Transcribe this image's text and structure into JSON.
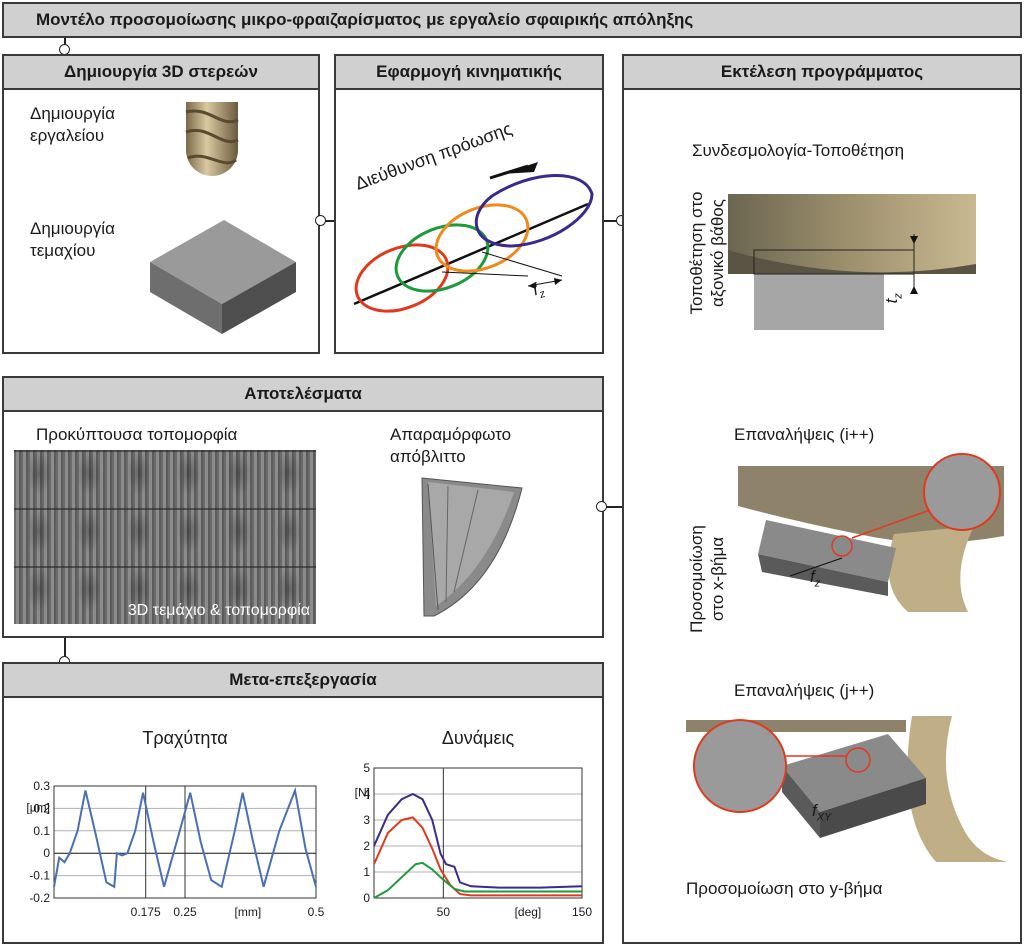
{
  "title": "Μοντέλο προσομοίωσης μικρο-φραιζαρίσματος με εργαλείο σφαιρικής απόληξης",
  "panels": {
    "solids": {
      "header": "Δημιουργία 3D στερεών",
      "tool_label": [
        "Δημιουργία",
        "εργαλείου"
      ],
      "workpiece_label": [
        "Δημιουργία",
        "τεμαχίου"
      ]
    },
    "kinematics": {
      "header": "Εφαρμογή κινηματικής",
      "feed_label": "Διεύθυνση πρόωσης",
      "fz_label": "f",
      "fz_sub": "z",
      "colors": [
        "#e03a1e",
        "#1c9a3c",
        "#f08a1c",
        "#3a2a8c"
      ]
    },
    "execution": {
      "header": "Εκτέλεση προγράμματος",
      "assembly_title": "Συνδεσμολογία-Τοποθέτηση",
      "assembly_side": [
        "Τοποθέτηση στο",
        "αξονικό βάθος"
      ],
      "tz_label": "t",
      "tz_sub": "z",
      "iter_i_title": "Επαναλήψεις (i++)",
      "iter_i_side": [
        "Προσομοίωση",
        "στο x-βήμα"
      ],
      "fz2_label": "f",
      "fz2_sub": "z",
      "iter_j_title": "Επαναλήψεις (j++)",
      "fxy_label": "f",
      "fxy_sub": "XY",
      "y_step_caption": "Προσομοίωση στο y-βήμα"
    },
    "results": {
      "header": "Αποτελέσματα",
      "topography_title": "Προκύπτουσα τοπομορφία",
      "topography_caption": "3D τεμάχιο & τοπομορφία",
      "chip_title": [
        "Απαραμόρφωτο",
        "απόβλιττο"
      ]
    },
    "post": {
      "header": "Μετα-επεξεργασία"
    }
  },
  "chart_data": [
    {
      "type": "line",
      "title": "Τραχύτητα",
      "ylabel": "[μm]",
      "xlabel": "[mm]",
      "ylim": [
        -0.2,
        0.3
      ],
      "xlim": [
        0,
        0.5
      ],
      "yticks": [
        "0.3",
        "0.2",
        "0.1",
        "0",
        "-0.1",
        "-0.2"
      ],
      "xticks": [
        "0.175",
        "0.25",
        "0.5"
      ],
      "grid": true,
      "series": [
        {
          "color": "#4a6fb5",
          "x": [
            0.0,
            0.01,
            0.02,
            0.03,
            0.045,
            0.06,
            0.08,
            0.1,
            0.115,
            0.12,
            0.13,
            0.14,
            0.155,
            0.17,
            0.19,
            0.21,
            0.24,
            0.26,
            0.28,
            0.3,
            0.32,
            0.345,
            0.36,
            0.38,
            0.4,
            0.43,
            0.46,
            0.48,
            0.5
          ],
          "y": [
            -0.15,
            -0.02,
            -0.04,
            0.0,
            0.1,
            0.28,
            0.08,
            -0.13,
            -0.15,
            0.0,
            -0.01,
            0.0,
            0.1,
            0.27,
            0.05,
            -0.15,
            0.1,
            0.27,
            0.05,
            -0.12,
            -0.15,
            0.1,
            0.27,
            0.05,
            -0.15,
            0.1,
            0.28,
            0.02,
            -0.15
          ]
        }
      ]
    },
    {
      "type": "line",
      "title": "Δυνάμεις",
      "ylabel": "[N]",
      "xlabel": "[deg]",
      "ylim": [
        0,
        5
      ],
      "xlim": [
        0,
        150
      ],
      "yticks": [
        "5",
        "4",
        "3",
        "2",
        "1",
        "0"
      ],
      "xticks": [
        "50",
        "150"
      ],
      "grid": true,
      "series": [
        {
          "color": "#3a2a8c",
          "x": [
            0,
            10,
            20,
            28,
            35,
            42,
            48,
            52,
            58,
            62,
            70,
            90,
            120,
            150
          ],
          "y": [
            2.0,
            3.2,
            3.8,
            4.0,
            3.8,
            3.0,
            1.7,
            1.3,
            1.2,
            0.6,
            0.45,
            0.4,
            0.4,
            0.45
          ]
        },
        {
          "color": "#e03a1e",
          "x": [
            0,
            10,
            20,
            28,
            35,
            42,
            48,
            55,
            62,
            70,
            90,
            120,
            150
          ],
          "y": [
            1.3,
            2.5,
            3.0,
            3.1,
            2.7,
            1.9,
            1.1,
            0.5,
            0.15,
            0.1,
            0.1,
            0.1,
            0.1
          ]
        },
        {
          "color": "#1c9a3c",
          "x": [
            0,
            10,
            20,
            30,
            35,
            42,
            50,
            58,
            65,
            80,
            100,
            150
          ],
          "y": [
            0.0,
            0.3,
            0.8,
            1.3,
            1.35,
            1.1,
            0.7,
            0.35,
            0.25,
            0.25,
            0.25,
            0.25
          ]
        }
      ]
    }
  ]
}
